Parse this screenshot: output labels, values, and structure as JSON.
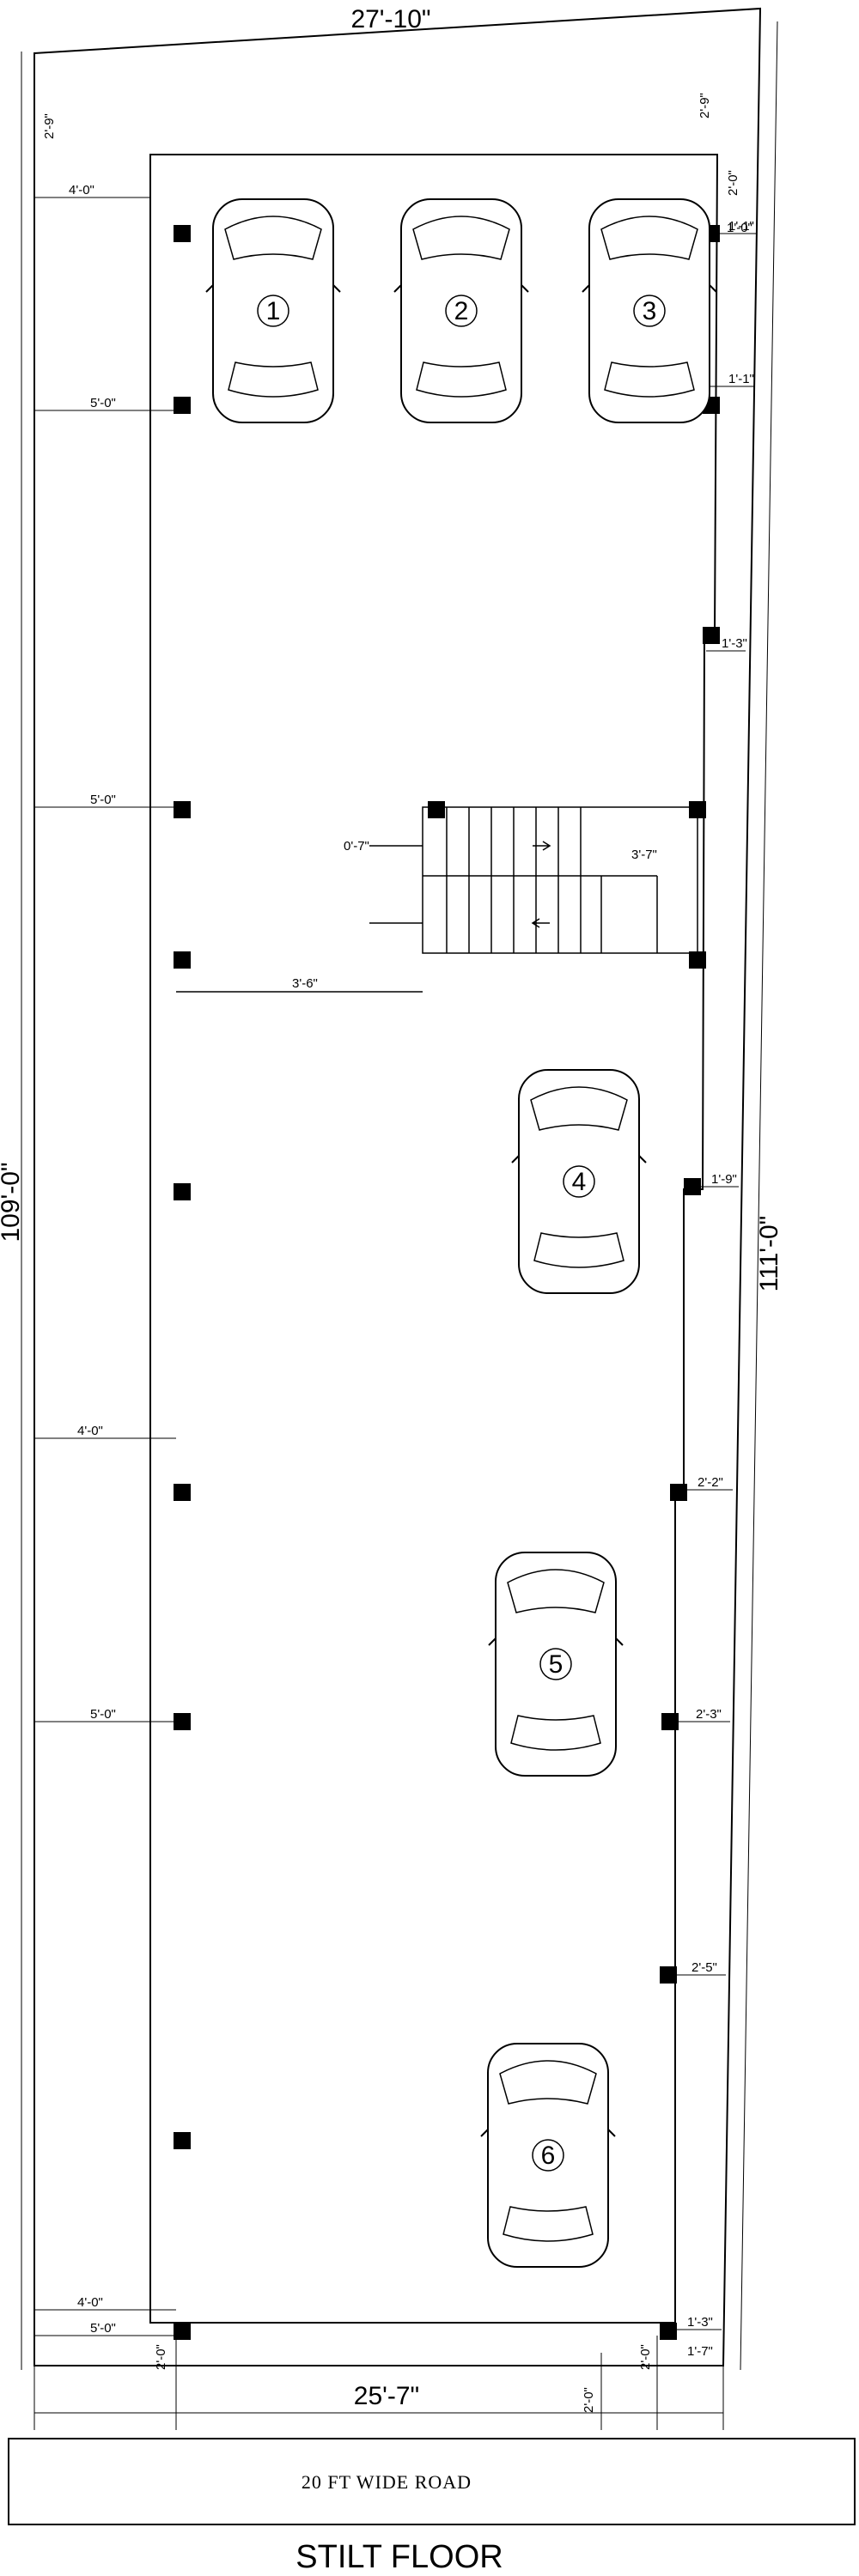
{
  "plan": {
    "title": "STILT FLOOR",
    "road_label": "20 FT WIDE ROAD",
    "dimensions": {
      "top_width": "27'-10\"",
      "bottom_width": "25'-7\"",
      "left_depth": "109'-0\"",
      "right_depth": "111'-0\""
    },
    "setbacks": {
      "top_left": "2'-9\"",
      "top_right": "2'-9\"",
      "left": [
        "4'-0\"",
        "5'-0\"",
        "5'-0\"",
        "4'-0\"",
        "5'-0\"",
        "4'-0\"",
        "5'-0\""
      ],
      "right": [
        "1'-1\"",
        "1'-1\"",
        "1'-3\"",
        "1'-9\"",
        "2'-2\"",
        "2'-3\"",
        "2'-5\"",
        "1'-3\"",
        "1'-7\""
      ],
      "top_right_stack": [
        "2'-0\"",
        "1'-0\""
      ],
      "bottom_left": "2'-0\"",
      "bottom_right": "2'-0\"",
      "bottom_mid": "2'-0\""
    },
    "staircase": {
      "left_label": "0'-7\"",
      "landing_label": "3'-7\"",
      "offset_label": "3'-6\""
    },
    "cars": [
      "1",
      "2",
      "3",
      "4",
      "5",
      "6"
    ]
  }
}
